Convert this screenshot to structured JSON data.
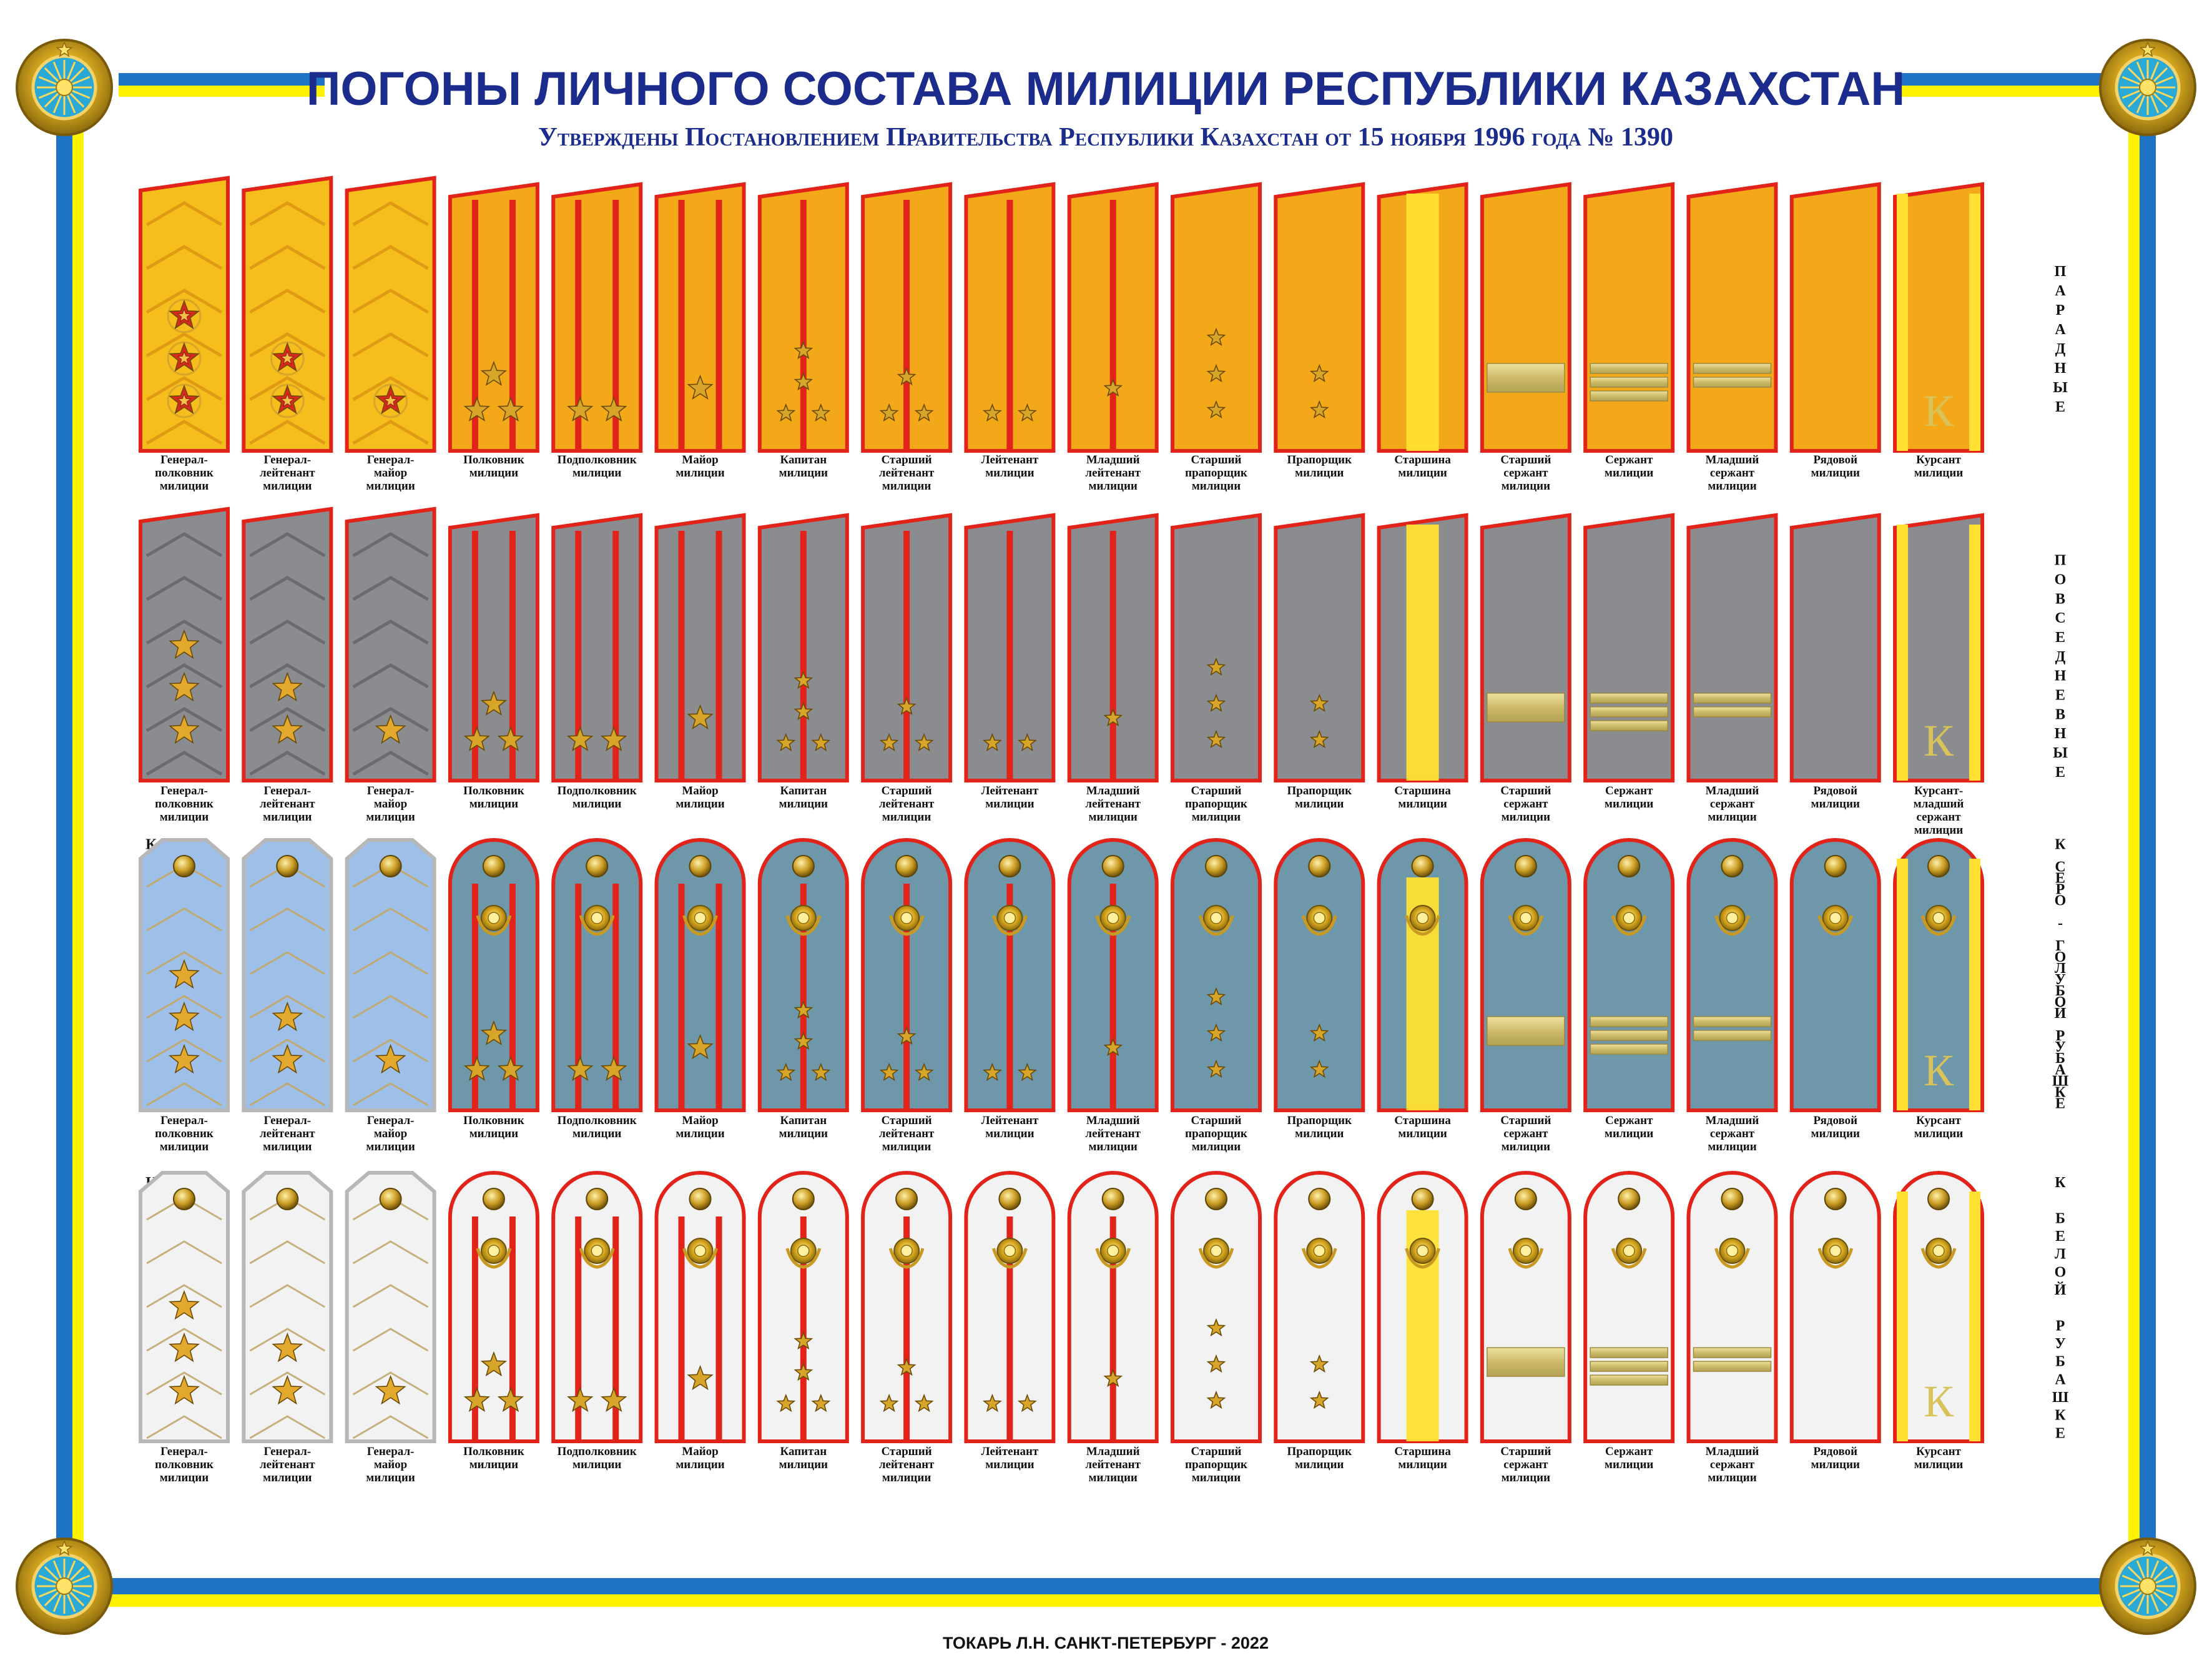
{
  "title": "ПОГОНЫ ЛИЧНОГО СОСТАВА МИЛИЦИИ РЕСПУБЛИКИ КАЗАХСТАН",
  "subtitle": "Утверждены Постановлением Правительства Республики Казахстан от 15 ноября 1996 года № 1390",
  "footer": "ТОКАРЬ Л.Н. САНКТ-ПЕТЕРБУРГ - 2022",
  "emblem_icon": "kazakhstan-state-emblem-icon",
  "colors": {
    "border_blue": "#1f73c4",
    "border_yellow": "#fff200",
    "title_blue": "#1c2c8c",
    "parade_field": "#f3a81a",
    "general_parade_field": "#f6be1c",
    "everyday_field": "#8a8c90",
    "general_everyday_field": "#8b8c8f",
    "blue_field": "#6e97aa",
    "general_blue_field": "#9ec0e8",
    "white_field": "#f2f2f2",
    "piping_red": "#e2231a",
    "cadet_yellow": "#ffe033",
    "star_gold": "#d6a52a",
    "general_star_red": "#d9291c"
  },
  "rows": [
    {
      "key": "parade",
      "label": "ПАРАДНЫЕ",
      "ranks": [
        {
          "label": [
            "Генерал-",
            "полковник",
            "милиции"
          ]
        },
        {
          "label": [
            "Генерал-",
            "лейтенант",
            "милиции"
          ]
        },
        {
          "label": [
            "Генерал-",
            "майор",
            "милиции"
          ]
        },
        {
          "label": [
            "Полковник",
            "милиции"
          ]
        },
        {
          "label": [
            "Подполковник",
            "милиции"
          ]
        },
        {
          "label": [
            "Майор",
            "милиции"
          ]
        },
        {
          "label": [
            "Капитан",
            "милиции"
          ]
        },
        {
          "label": [
            "Старший",
            "лейтенант",
            "милиции"
          ]
        },
        {
          "label": [
            "Лейтенант",
            "милиции"
          ]
        },
        {
          "label": [
            "Младший",
            "лейтенант",
            "милиции"
          ]
        },
        {
          "label": [
            "Старший",
            "прапорщик",
            "милиции"
          ]
        },
        {
          "label": [
            "Прапорщик",
            "милиции"
          ]
        },
        {
          "label": [
            "Старшина",
            "милиции"
          ]
        },
        {
          "label": [
            "Старший",
            "сержант",
            "милиции"
          ]
        },
        {
          "label": [
            "Сержант",
            "милиции"
          ]
        },
        {
          "label": [
            "Младший",
            "сержант",
            "милиции"
          ]
        },
        {
          "label": [
            "Рядовой",
            "милиции"
          ]
        },
        {
          "label": [
            "Курсант",
            "милиции"
          ]
        }
      ]
    },
    {
      "key": "everyday",
      "label": "ПОВСЕДНЕВНЫЕ",
      "ranks": [
        {
          "label": [
            "Генерал-",
            "полковник",
            "милиции"
          ]
        },
        {
          "label": [
            "Генерал-",
            "лейтенант",
            "милиции"
          ]
        },
        {
          "label": [
            "Генерал-",
            "майор",
            "милиции"
          ]
        },
        {
          "label": [
            "Полковник",
            "милиции"
          ]
        },
        {
          "label": [
            "Подполковник",
            "милиции"
          ]
        },
        {
          "label": [
            "Майор",
            "милиции"
          ]
        },
        {
          "label": [
            "Капитан",
            "милиции"
          ]
        },
        {
          "label": [
            "Старший",
            "лейтенант",
            "милиции"
          ]
        },
        {
          "label": [
            "Лейтенант",
            "милиции"
          ]
        },
        {
          "label": [
            "Младший",
            "лейтенант",
            "милиции"
          ]
        },
        {
          "label": [
            "Старший",
            "прапорщик",
            "милиции"
          ]
        },
        {
          "label": [
            "Прапорщик",
            "милиции"
          ]
        },
        {
          "label": [
            "Старшина",
            "милиции"
          ]
        },
        {
          "label": [
            "Старший",
            "сержант",
            "милиции"
          ]
        },
        {
          "label": [
            "Сержант",
            "милиции"
          ]
        },
        {
          "label": [
            "Младший",
            "сержант",
            "милиции"
          ]
        },
        {
          "label": [
            "Рядовой",
            "милиции"
          ]
        },
        {
          "label": [
            "Курсант-",
            "младший",
            "сержант",
            "милиции"
          ]
        }
      ]
    },
    {
      "key": "blue_shirt",
      "label": "К СЕРО - ГОЛУБОЙ РУБАШКЕ",
      "ranks": [
        {
          "label": [
            "Генерал-",
            "полковник",
            "милиции"
          ]
        },
        {
          "label": [
            "Генерал-",
            "лейтенант",
            "милиции"
          ]
        },
        {
          "label": [
            "Генерал-",
            "майор",
            "милиции"
          ]
        },
        {
          "label": [
            "Полковник",
            "милиции"
          ]
        },
        {
          "label": [
            "Подполковник",
            "милиции"
          ]
        },
        {
          "label": [
            "Майор",
            "милиции"
          ]
        },
        {
          "label": [
            "Капитан",
            "милиции"
          ]
        },
        {
          "label": [
            "Старший",
            "лейтенант",
            "милиции"
          ]
        },
        {
          "label": [
            "Лейтенант",
            "милиции"
          ]
        },
        {
          "label": [
            "Младший",
            "лейтенант",
            "милиции"
          ]
        },
        {
          "label": [
            "Старший",
            "прапорщик",
            "милиции"
          ]
        },
        {
          "label": [
            "Прапорщик",
            "милиции"
          ]
        },
        {
          "label": [
            "Старшина",
            "милиции"
          ]
        },
        {
          "label": [
            "Старший",
            "сержант",
            "милиции"
          ]
        },
        {
          "label": [
            "Сержант",
            "милиции"
          ]
        },
        {
          "label": [
            "Младший",
            "сержант",
            "милиции"
          ]
        },
        {
          "label": [
            "Рядовой",
            "милиции"
          ]
        },
        {
          "label": [
            "Курсант",
            "милиции"
          ]
        }
      ]
    },
    {
      "key": "white_shirt",
      "label": "К БЕЛОЙ РУБАШКЕ",
      "ranks": [
        {
          "label": [
            "Генерал-",
            "полковник",
            "милиции"
          ]
        },
        {
          "label": [
            "Генерал-",
            "лейтенант",
            "милиции"
          ]
        },
        {
          "label": [
            "Генерал-",
            "майор",
            "милиции"
          ]
        },
        {
          "label": [
            "Полковник",
            "милиции"
          ]
        },
        {
          "label": [
            "Подполковник",
            "милиции"
          ]
        },
        {
          "label": [
            "Майор",
            "милиции"
          ]
        },
        {
          "label": [
            "Капитан",
            "милиции"
          ]
        },
        {
          "label": [
            "Старший",
            "лейтенант",
            "милиции"
          ]
        },
        {
          "label": [
            "Лейтенант",
            "милиции"
          ]
        },
        {
          "label": [
            "Младший",
            "лейтенант",
            "милиции"
          ]
        },
        {
          "label": [
            "Старший",
            "прапорщик",
            "милиции"
          ]
        },
        {
          "label": [
            "Прапорщик",
            "милиции"
          ]
        },
        {
          "label": [
            "Старшина",
            "милиции"
          ]
        },
        {
          "label": [
            "Старший",
            "сержант",
            "милиции"
          ]
        },
        {
          "label": [
            "Сержант",
            "милиции"
          ]
        },
        {
          "label": [
            "Младший",
            "сержант",
            "милиции"
          ]
        },
        {
          "label": [
            "Рядовой",
            "милиции"
          ]
        },
        {
          "label": [
            "Курсант",
            "милиции"
          ]
        }
      ]
    }
  ],
  "insignia": [
    {
      "rank": "general-colonel",
      "category": "general",
      "stripes": 0,
      "stars": 3
    },
    {
      "rank": "general-lieutenant",
      "category": "general",
      "stripes": 0,
      "stars": 2
    },
    {
      "rank": "general-major",
      "category": "general",
      "stripes": 0,
      "stars": 1
    },
    {
      "rank": "colonel",
      "category": "senior",
      "stripes": 2,
      "stars": 3
    },
    {
      "rank": "lieutenant-colonel",
      "category": "senior",
      "stripes": 2,
      "stars": 2
    },
    {
      "rank": "major",
      "category": "senior",
      "stripes": 2,
      "stars": 1
    },
    {
      "rank": "captain",
      "category": "junior",
      "stripes": 1,
      "stars": 4
    },
    {
      "rank": "senior-lieutenant",
      "category": "junior",
      "stripes": 1,
      "stars": 3
    },
    {
      "rank": "lieutenant",
      "category": "junior",
      "stripes": 1,
      "stars": 2
    },
    {
      "rank": "junior-lieutenant",
      "category": "junior",
      "stripes": 1,
      "stars": 1
    },
    {
      "rank": "senior-warrant-officer",
      "category": "warrant",
      "stars": 3
    },
    {
      "rank": "warrant-officer",
      "category": "warrant",
      "stars": 2
    },
    {
      "rank": "sergeant-major",
      "category": "nco",
      "wide_stripe": true
    },
    {
      "rank": "senior-sergeant",
      "category": "nco",
      "bars": 1,
      "wide_bar": true
    },
    {
      "rank": "sergeant",
      "category": "nco",
      "bars": 3
    },
    {
      "rank": "junior-sergeant",
      "category": "nco",
      "bars": 2
    },
    {
      "rank": "private",
      "category": "private"
    },
    {
      "rank": "cadet",
      "category": "cadet",
      "letter": "К"
    }
  ]
}
